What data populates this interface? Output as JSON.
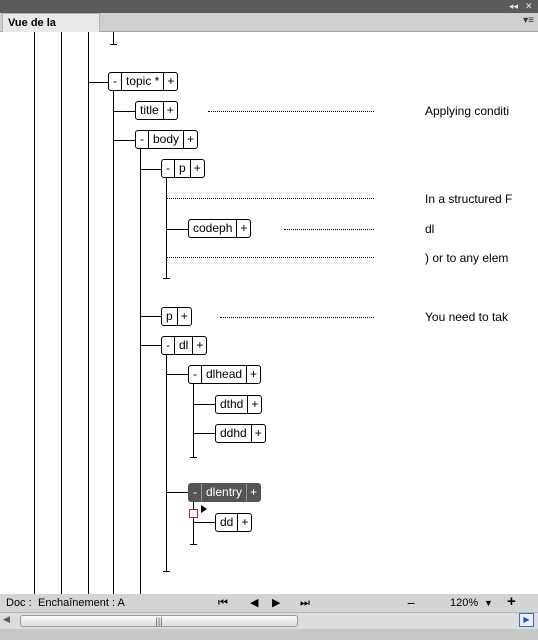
{
  "panel": {
    "tab_title": "Vue de la structure",
    "collapse_icon": "double-chevron-right",
    "close_icon": "close",
    "menu_icon": "panel-menu"
  },
  "tree": {
    "topic": {
      "collapse": "-",
      "name": "topic *",
      "expand": "+"
    },
    "title": {
      "name": "title",
      "expand": "+"
    },
    "body": {
      "collapse": "-",
      "name": "body",
      "expand": "+"
    },
    "p1": {
      "collapse": "-",
      "name": "p",
      "expand": "+"
    },
    "codeph": {
      "name": "codeph",
      "expand": "+"
    },
    "p2": {
      "name": "p",
      "expand": "+"
    },
    "dl": {
      "collapse": "-",
      "name": "dl",
      "expand": "+"
    },
    "dlhead": {
      "collapse": "-",
      "name": "dlhead",
      "expand": "+"
    },
    "dthd": {
      "name": "dthd",
      "expand": "+"
    },
    "ddhd": {
      "name": "ddhd",
      "expand": "+"
    },
    "dlentry": {
      "collapse": "-",
      "name": "dlentry",
      "expand": "+"
    },
    "dd": {
      "name": "dd",
      "expand": "+"
    }
  },
  "snippets": {
    "title_text": "Applying conditi",
    "p1_text1": "In a structured F",
    "codeph_text": "dl",
    "p1_text2": ") or to any elem",
    "p2_text": "You need to tak"
  },
  "status": {
    "doc_label": "Doc :",
    "flow_label": "Enchaînement : A",
    "zoom": "120%",
    "zoom_out": "−",
    "zoom_in": "+"
  },
  "scrollbar": {
    "grip": "|||"
  }
}
